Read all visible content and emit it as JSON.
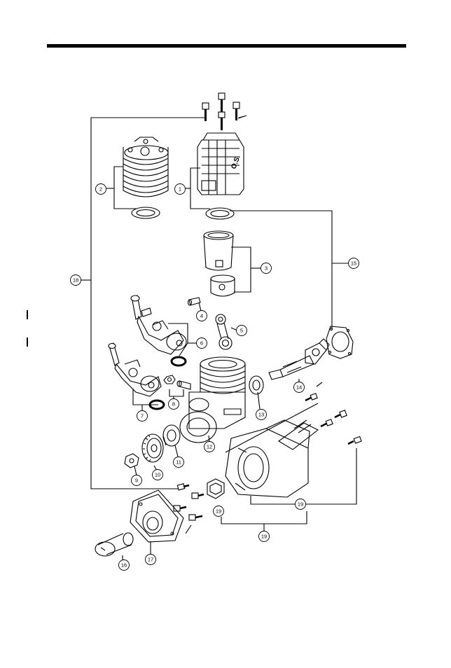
{
  "callouts": [
    {
      "id": "c1",
      "label": "1"
    },
    {
      "id": "c2",
      "label": "2"
    },
    {
      "id": "c3",
      "label": "3"
    },
    {
      "id": "c4",
      "label": "4"
    },
    {
      "id": "c5",
      "label": "5"
    },
    {
      "id": "c6",
      "label": "6"
    },
    {
      "id": "c7",
      "label": "7"
    },
    {
      "id": "c8",
      "label": "8"
    },
    {
      "id": "c9",
      "label": "9"
    },
    {
      "id": "c10",
      "label": "10"
    },
    {
      "id": "c11",
      "label": "11"
    },
    {
      "id": "c12",
      "label": "12"
    },
    {
      "id": "c13",
      "label": "13"
    },
    {
      "id": "c14",
      "label": "14"
    },
    {
      "id": "c15",
      "label": "15"
    },
    {
      "id": "c16",
      "label": "16"
    },
    {
      "id": "c17",
      "label": "17"
    },
    {
      "id": "c18",
      "label": "18"
    },
    {
      "id": "c19a",
      "label": "19"
    },
    {
      "id": "c19b",
      "label": "19"
    },
    {
      "id": "c19c",
      "label": "19"
    }
  ],
  "cylinder_head_label": "O.S."
}
